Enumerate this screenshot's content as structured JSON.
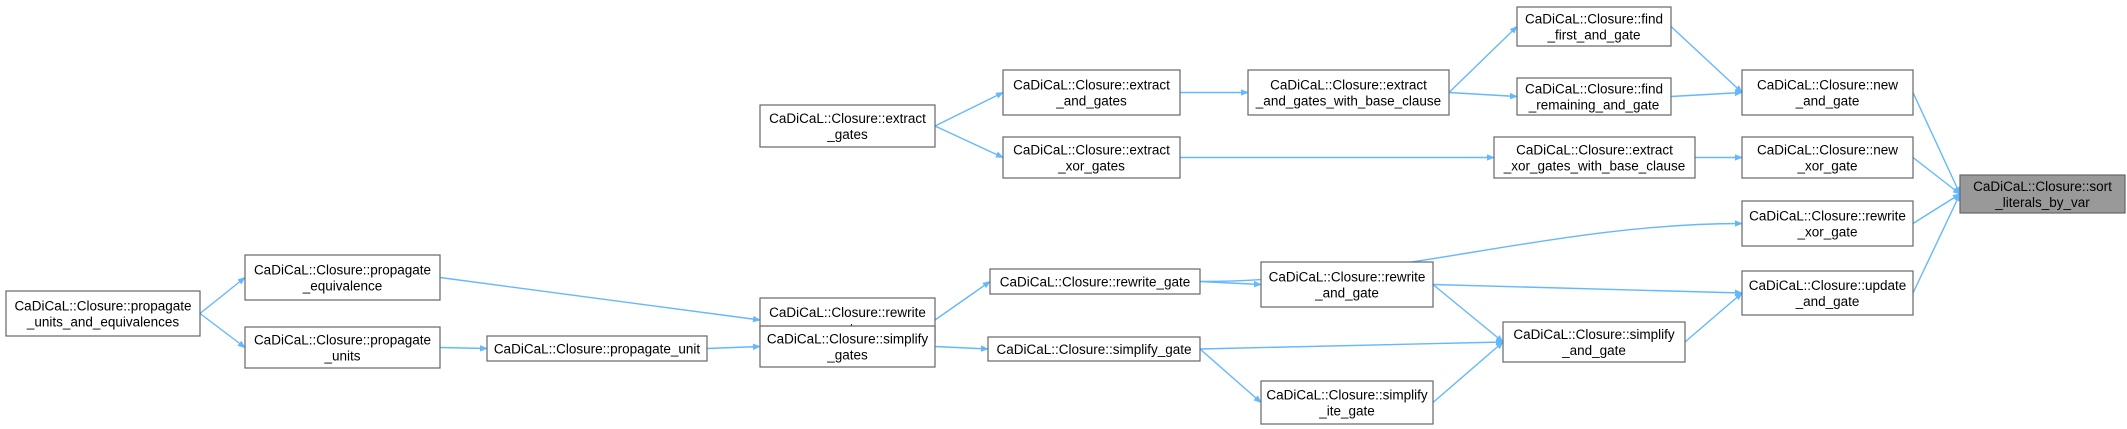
{
  "nodes": {
    "n0": [
      "CaDiCaL::Closure::sort",
      "_literals_by_var"
    ],
    "n1": [
      "CaDiCaL::Closure::find",
      "_first_and_gate"
    ],
    "n2": [
      "CaDiCaL::Closure::new",
      "_and_gate"
    ],
    "n3": [
      "CaDiCaL::Closure::extract",
      "_and_gates"
    ],
    "n4": [
      "CaDiCaL::Closure::extract",
      "_and_gates_with_base_clause"
    ],
    "n5": [
      "CaDiCaL::Closure::find",
      "_remaining_and_gate"
    ],
    "n6": [
      "CaDiCaL::Closure::extract",
      "_gates"
    ],
    "n7": [
      "CaDiCaL::Closure::extract",
      "_xor_gates"
    ],
    "n8": [
      "CaDiCaL::Closure::extract",
      "_xor_gates_with_base_clause"
    ],
    "n9": [
      "CaDiCaL::Closure::new",
      "_xor_gate"
    ],
    "n10": [
      "CaDiCaL::Closure::rewrite",
      "_xor_gate"
    ],
    "n11": [
      "CaDiCaL::Closure::propagate",
      "_equivalence"
    ],
    "n12": [
      "CaDiCaL::Closure::rewrite",
      "_gates"
    ],
    "n13": [
      "CaDiCaL::Closure::rewrite_gate"
    ],
    "n14": [
      "CaDiCaL::Closure::rewrite",
      "_and_gate"
    ],
    "n15": [
      "CaDiCaL::Closure::update",
      "_and_gate"
    ],
    "n16": [
      "CaDiCaL::Closure::propagate",
      "_units_and_equivalences"
    ],
    "n17": [
      "CaDiCaL::Closure::propagate",
      "_units"
    ],
    "n18": [
      "CaDiCaL::Closure::propagate_unit"
    ],
    "n19": [
      "CaDiCaL::Closure::simplify",
      "_gates"
    ],
    "n20": [
      "CaDiCaL::Closure::simplify_gate"
    ],
    "n21": [
      "CaDiCaL::Closure::simplify",
      "_and_gate"
    ],
    "n22": [
      "CaDiCaL::Closure::simplify",
      "_ite_gate"
    ]
  },
  "edges": [
    [
      "n1",
      "n2"
    ],
    [
      "n2",
      "n0"
    ],
    [
      "n3",
      "n4"
    ],
    [
      "n4",
      "n1"
    ],
    [
      "n4",
      "n5"
    ],
    [
      "n5",
      "n2"
    ],
    [
      "n6",
      "n3"
    ],
    [
      "n6",
      "n7"
    ],
    [
      "n7",
      "n8"
    ],
    [
      "n8",
      "n9"
    ],
    [
      "n9",
      "n0"
    ],
    [
      "n10",
      "n0"
    ],
    [
      "n11",
      "n12"
    ],
    [
      "n12",
      "n13"
    ],
    [
      "n13",
      "n10"
    ],
    [
      "n13",
      "n14"
    ],
    [
      "n14",
      "n15"
    ],
    [
      "n14",
      "n21"
    ],
    [
      "n15",
      "n0"
    ],
    [
      "n16",
      "n11"
    ],
    [
      "n16",
      "n17"
    ],
    [
      "n17",
      "n18"
    ],
    [
      "n18",
      "n19"
    ],
    [
      "n19",
      "n20"
    ],
    [
      "n20",
      "n21"
    ],
    [
      "n20",
      "n22"
    ],
    [
      "n21",
      "n15"
    ],
    [
      "n22",
      "n21"
    ]
  ],
  "highlighted": "n0",
  "colors": {
    "edge": "#63b8ff",
    "node_border": "#666666",
    "highlight_fill": "#999999"
  }
}
